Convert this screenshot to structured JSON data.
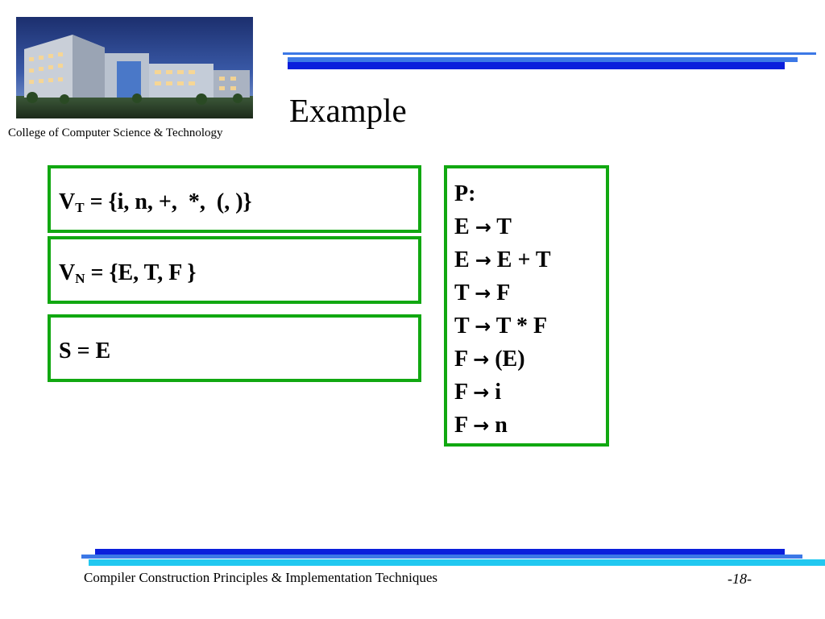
{
  "header": {
    "college": "College of Computer Science & Technology",
    "title": "Example"
  },
  "boxes": {
    "vt": {
      "symbol": "V",
      "sub": "T",
      "rest": " = {i, n, +,  *,  (, )}"
    },
    "vn": {
      "symbol": "V",
      "sub": "N",
      "rest": " = {E, T, F }"
    },
    "s": {
      "text": "S = E"
    }
  },
  "productions": {
    "label": "P:",
    "arrow": "→",
    "rules": [
      {
        "lhs": "E",
        "rhs": "T"
      },
      {
        "lhs": "E",
        "rhs": "E + T"
      },
      {
        "lhs": "T",
        "rhs": "F"
      },
      {
        "lhs": "T",
        "rhs": "T * F"
      },
      {
        "lhs": "F",
        "rhs": "(E)"
      },
      {
        "lhs": "F",
        "rhs": "i"
      },
      {
        "lhs": "F",
        "rhs": "n"
      }
    ]
  },
  "footer": {
    "course": "Compiler Construction Principles & Implementation Techniques",
    "page": "-18-"
  },
  "colors": {
    "frame_green": "#11a811",
    "bar_blue": "#0a1edc",
    "bar_light": "#3c78e6",
    "bar_cyan": "#22c8f0"
  }
}
